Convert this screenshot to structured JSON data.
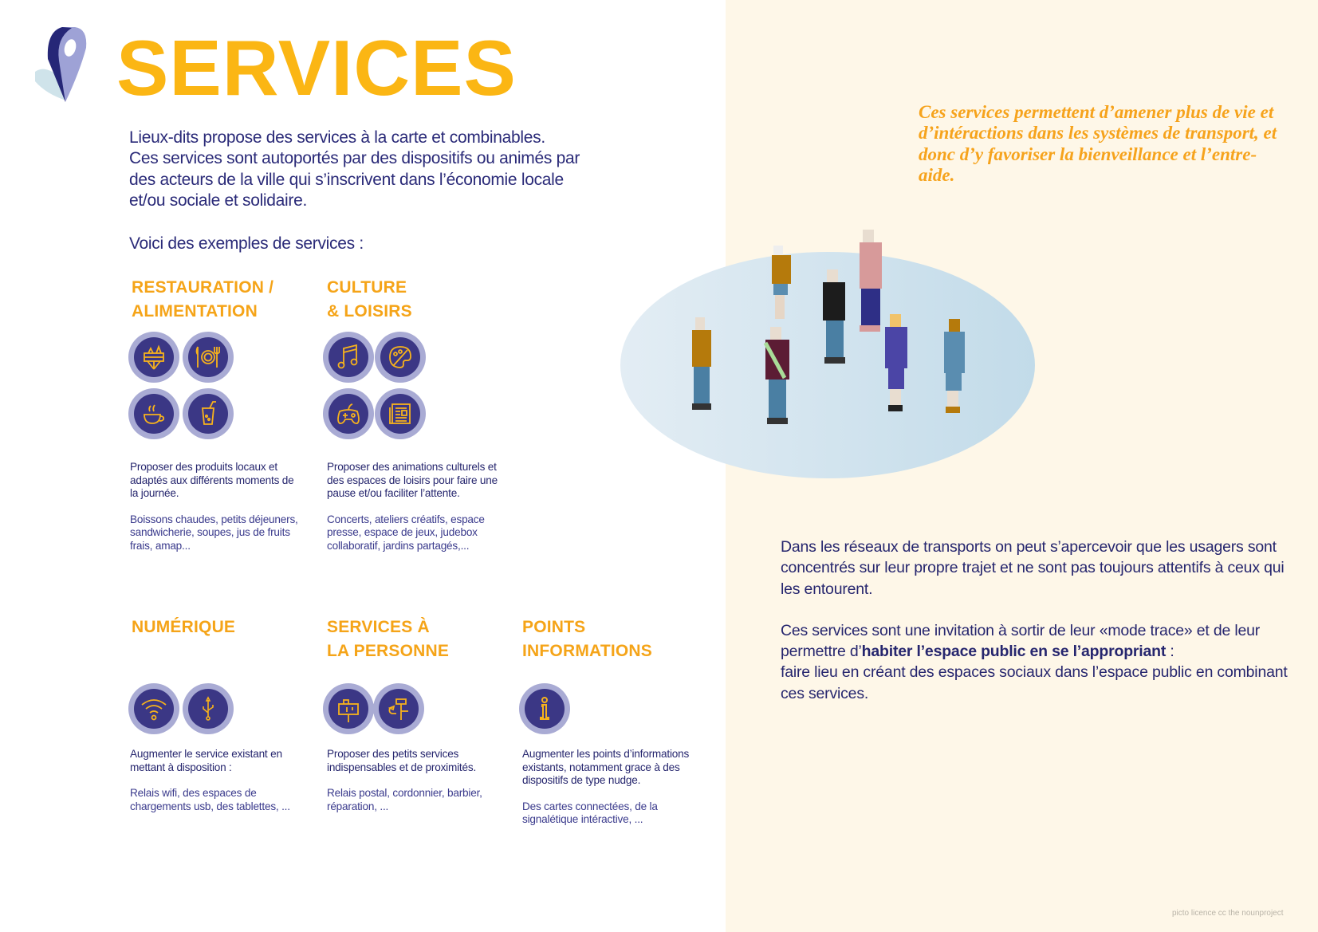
{
  "header": {
    "title": "SERVICES",
    "logo_icon": "map-pin-icon"
  },
  "intro": {
    "lines": [
      "Lieux-dits propose des services à la carte et combinables.",
      "Ces services sont autoportés par des dispositifs ou animés par",
      "des acteurs de la ville qui s’inscrivent dans l’économie locale",
      "et/ou sociale et solidaire."
    ],
    "examples_heading": "Voici des exemples de services :"
  },
  "categories": [
    {
      "title_l1": "RESTAURATION /",
      "title_l2": "ALIMENTATION",
      "icons": [
        "market-stall-icon",
        "plate-cutlery-icon",
        "coffee-cup-icon",
        "juice-glass-icon"
      ],
      "lead": "Proposer des produits locaux et adaptés aux différents moments de la journée.",
      "examples": "Boissons chaudes, petits déjeuners, sandwicherie, soupes, jus de fruits frais, amap..."
    },
    {
      "title_l1": "CULTURE",
      "title_l2": "& LOISIRS",
      "icons": [
        "music-note-icon",
        "palette-icon",
        "gamepad-icon",
        "newspaper-icon"
      ],
      "lead": "Proposer des animations culturels et des espaces de loisirs pour faire une pause et/ou faciliter l’attente.",
      "examples": "Concerts, ateliers créatifs, espace presse, espace de jeux, judebox collaboratif, jardins partagés,..."
    },
    {
      "title_l1": "NUMÉRIQUE",
      "title_l2": "",
      "icons": [
        "wifi-icon",
        "usb-icon"
      ],
      "lead": "Augmenter le service existant en mettant à disposition :",
      "examples": "Relais wifi, des espaces de chargements usb, des tablettes, ..."
    },
    {
      "title_l1": "SERVICES À",
      "title_l2": "LA PERSONNE",
      "icons": [
        "mailbox-icon",
        "tools-icon"
      ],
      "lead": "Proposer des petits services indispensables et de proximités.",
      "examples": "Relais postal, cordonnier, barbier, réparation, ..."
    },
    {
      "title_l1": "POINTS",
      "title_l2": "INFORMATIONS",
      "icons": [
        "info-icon"
      ],
      "lead": "Augmenter les points d’informations existants, notamment grace à des dispositifs de type nudge.",
      "examples": "Des cartes connectées, de la signalétique intéractive, ..."
    }
  ],
  "quote": "Ces services permettent d’amener plus de vie et d’intéractions dans les systèmes de transport, et donc d’y favoriser la bienveillance et l’entre-aide.",
  "right_text": {
    "p1": "Dans les réseaux de transports on peut s’apercevoir que les usagers sont concentrés sur leur propre trajet et ne sont pas toujours attentifs à ceux qui les entourent.",
    "p2_before": "Ces services sont une invitation à sortir de leur «mode trace» et de leur permettre d’",
    "p2_bold": "habiter l’espace public en se l’appropriant",
    "p2_after": " :",
    "p3": "faire lieu en créant des espaces sociaux dans l’espace public en combinant ces services."
  },
  "footer": "picto licence cc the nounproject",
  "colors": {
    "title": "#fbb614",
    "heading": "#f5a418",
    "navy": "#2a2a78",
    "panel": "#fef7e8",
    "icon_ring": "#a9abd4",
    "icon_fill": "#3b3785"
  }
}
